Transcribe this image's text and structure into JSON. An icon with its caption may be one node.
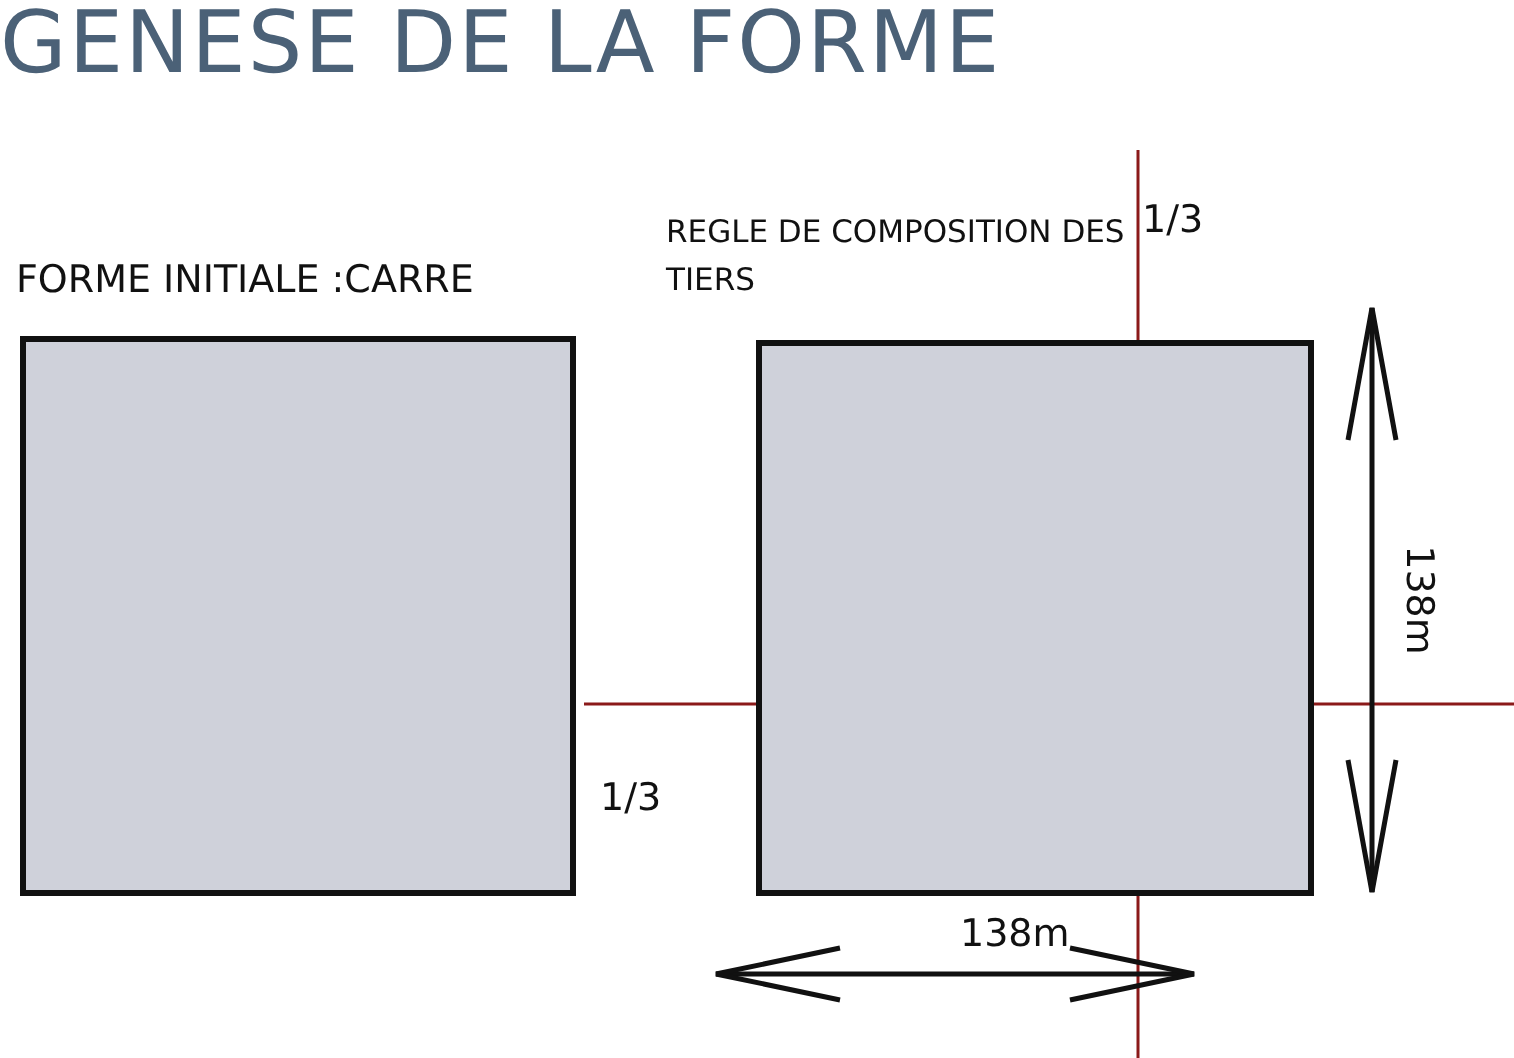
{
  "diagram": {
    "title": "GENESE DE LA FORME",
    "nodes": [
      {
        "text": [
          "FORME INITIALE :CARRE"
        ]
      },
      {
        "text": [
          "REGLE DE COMPOSITION DES TIERS"
        ]
      }
    ],
    "edges": [],
    "labels": [
      "1/3",
      "138m",
      "1/3",
      "138m"
    ]
  }
}
